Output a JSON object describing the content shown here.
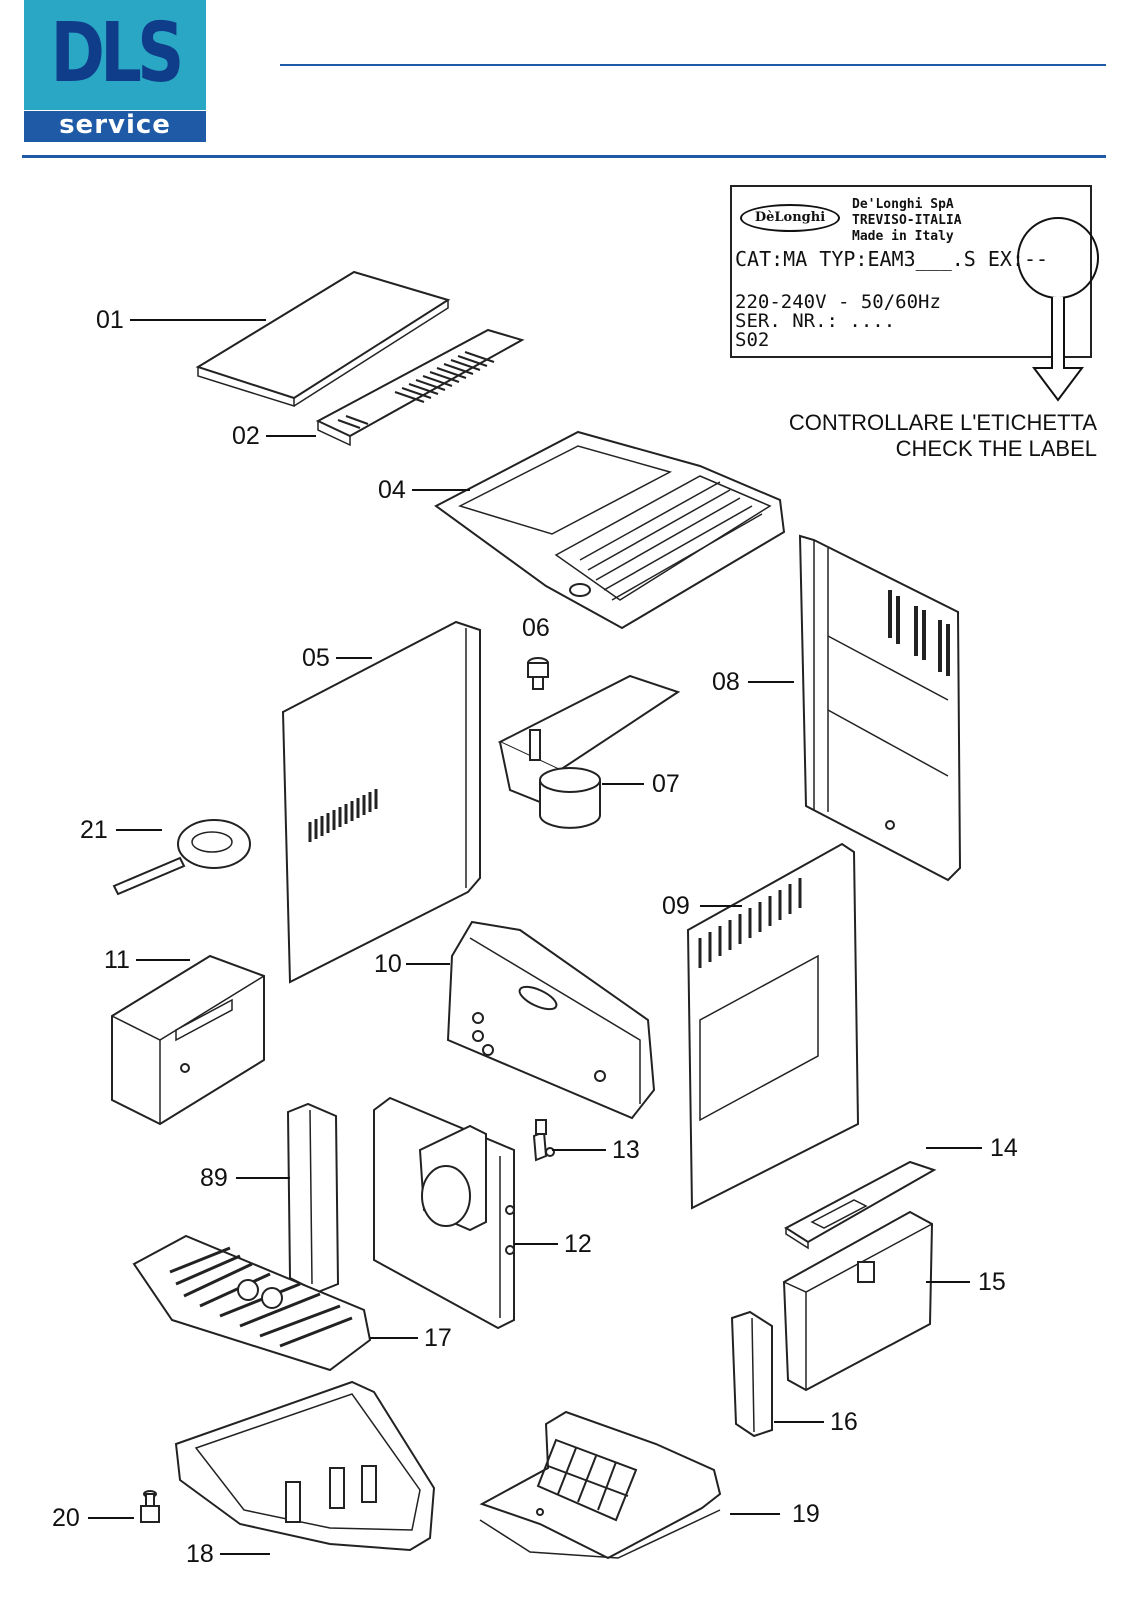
{
  "header": {
    "logo_main": "DLS",
    "logo_sub": "service"
  },
  "rating_label": {
    "brand": "DèLonghi",
    "company_line1": "De'Longhi SpA",
    "company_line2": "TREVISO-ITALIA",
    "company_line3": "Made in Italy",
    "cat_line": "CAT:MA TYP:EAM3___.S EX:--",
    "voltage": "220-240V - 50/60Hz",
    "serial": "SER. NR.: ....",
    "code": "S02"
  },
  "check_label": {
    "line1": "CONTROLLARE L'ETICHETTA",
    "line2": "CHECK THE LABEL"
  },
  "callouts": [
    "01",
    "02",
    "04",
    "05",
    "06",
    "07",
    "08",
    "21",
    "09",
    "11",
    "10",
    "14",
    "13",
    "89",
    "12",
    "15",
    "17",
    "16",
    "20",
    "19",
    "18"
  ]
}
